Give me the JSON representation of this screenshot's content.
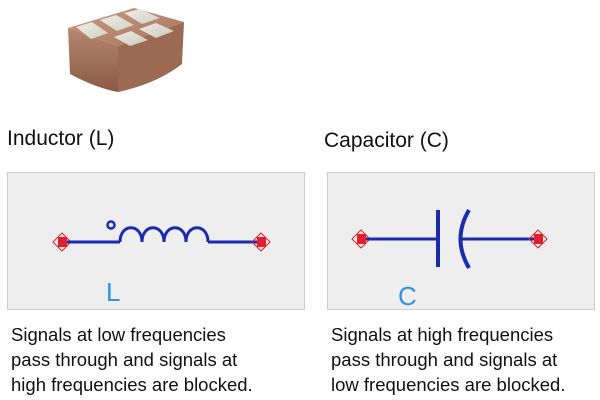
{
  "colors": {
    "wire": "#1a2bb0",
    "terminal": "#e0202a",
    "letter": "#2f93e6",
    "panel_bg": "#eeeeee"
  },
  "component_image": "chip-component-photo",
  "inductor": {
    "title": "Inductor (L)",
    "symbol_letter": "L",
    "description": [
      "Signals at low frequencies",
      "pass through and signals at",
      "high frequencies are blocked."
    ]
  },
  "capacitor": {
    "title": "Capacitor (C)",
    "symbol_letter": "C",
    "description": [
      "Signals at high frequencies",
      "pass through and signals at",
      "low frequencies are blocked."
    ]
  }
}
